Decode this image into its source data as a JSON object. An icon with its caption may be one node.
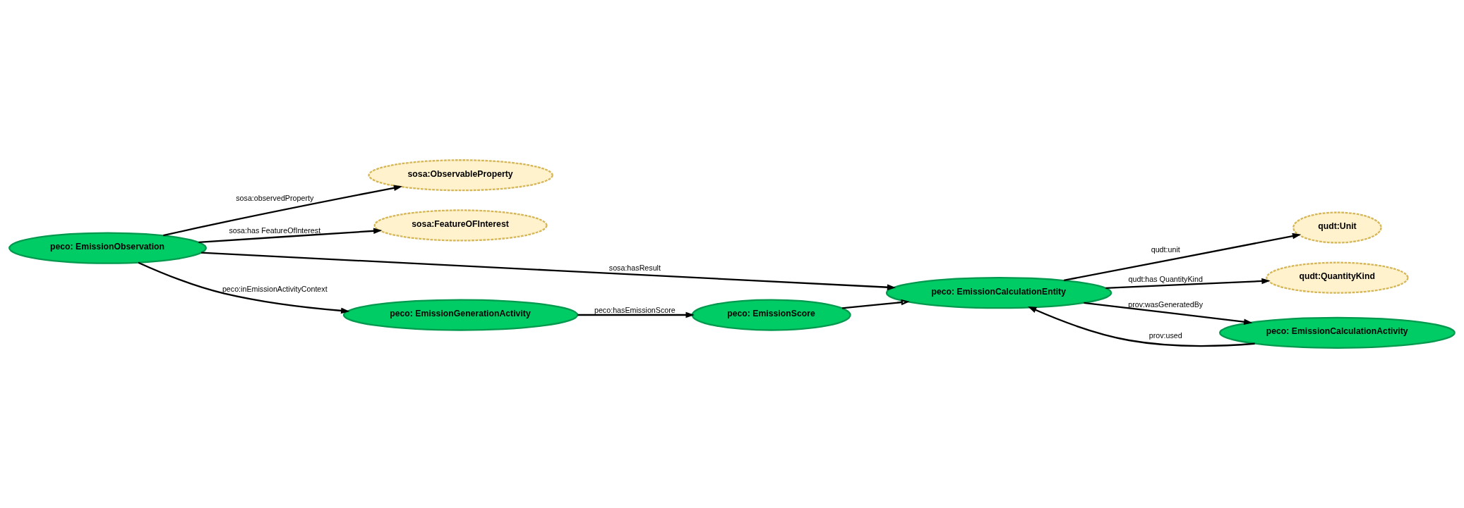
{
  "diagram": {
    "nodes": [
      {
        "text": [
          "sosa:ObservableProperty"
        ]
      },
      {
        "text": [
          "sosa:FeatureOFInterest"
        ]
      },
      {
        "text": [
          "peco: EmissionObservation"
        ]
      },
      {
        "text": [
          "qudt:Unit"
        ]
      },
      {
        "text": [
          "peco: EmissionCalculationEntity"
        ]
      },
      {
        "text": [
          "qudt:QuantityKind"
        ]
      },
      {
        "text": [
          "peco: EmissionGenerationActivity"
        ]
      },
      {
        "text": [
          "peco: EmissionScore"
        ]
      },
      {
        "text": [
          "peco: EmissionCalculationActivity"
        ]
      }
    ],
    "edges": [
      {
        "from": 2,
        "to": 0,
        "arrow": "to",
        "label": "sosa:observedProperty"
      },
      {
        "from": 2,
        "to": 1,
        "arrow": "to",
        "label": "sosa:has FeatureOfInterest"
      },
      {
        "from": 2,
        "to": 4,
        "arrow": "to",
        "label": "sosa:hasResult"
      },
      {
        "from": 2,
        "to": 6,
        "arrow": "to",
        "label": "peco:inEmissionActivityContext"
      },
      {
        "from": 4,
        "to": 3,
        "arrow": "to",
        "label": "qudt:unit"
      },
      {
        "from": 4,
        "to": 5,
        "arrow": "to",
        "label": "qudt:has QuantityKind"
      },
      {
        "from": 8,
        "to": 4,
        "arrow": "to",
        "label": "prov:used"
      },
      {
        "from": 4,
        "to": 8,
        "arrow": "to",
        "label": "prov:wasGeneratedBy"
      },
      {
        "from": 6,
        "to": 7,
        "arrow": "to",
        "label": "peco:hasEmissionScore"
      },
      {
        "from": 7,
        "to": 4,
        "arrow": "to"
      }
    ]
  }
}
